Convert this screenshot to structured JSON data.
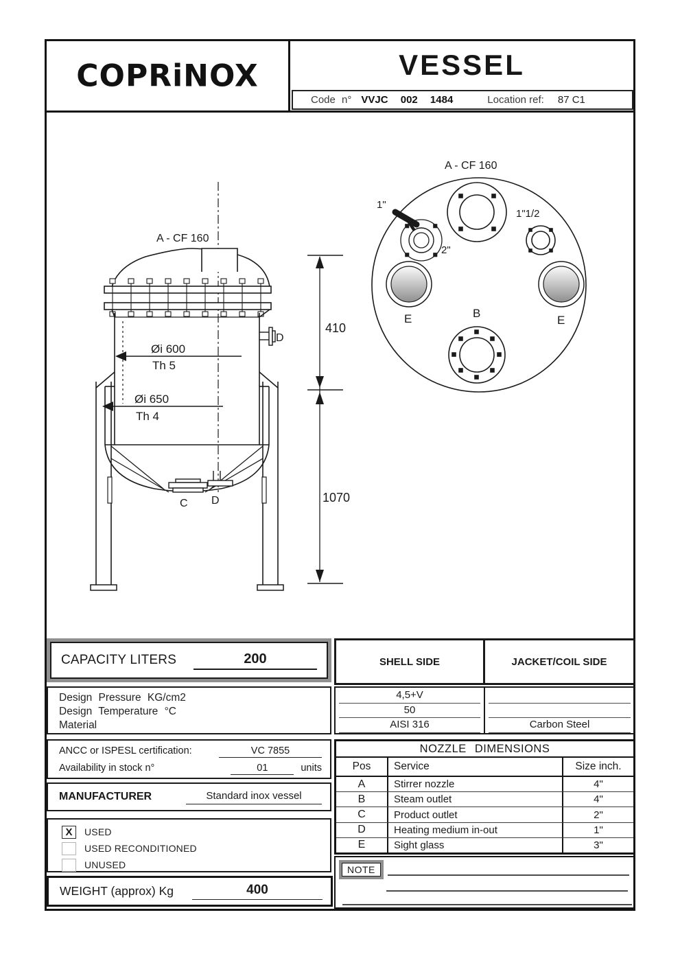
{
  "header": {
    "logo": "COPRiNOX",
    "title": "VESSEL",
    "code_label": "Code n°",
    "code_value": "VVJC 002 1484",
    "location_label": "Location ref:",
    "location_value": "87 C1"
  },
  "drawing": {
    "side": {
      "flange": "A - CF 160",
      "dim_top": "410",
      "dim_bottom": "1070",
      "shell_diameter": "Øi 600",
      "shell_thickness": "Th 5",
      "jacket_diameter": "Øi 650",
      "jacket_thickness": "Th 4",
      "nozzle_side": "D",
      "nozzle_bottom_c": "C",
      "nozzle_bottom_d": "D"
    },
    "top": {
      "flange": "A - CF 160",
      "size_1": "1\"",
      "size_2": "2\"",
      "size_1half": "1\"1/2",
      "e_left": "E",
      "e_right": "E",
      "b": "B"
    }
  },
  "capacity": {
    "label": "CAPACITY LITERS",
    "value": "200"
  },
  "columns": {
    "shell": "SHELL SIDE",
    "jacket": "JACKET/COIL SIDE"
  },
  "specs": {
    "rows": [
      {
        "label": "Design Pressure KG/cm2",
        "shell": "4,5+V",
        "jacket": ""
      },
      {
        "label": "Design Temperature °C",
        "shell": "50",
        "jacket": ""
      },
      {
        "label": "Material",
        "shell": "AISI 316",
        "jacket": "Carbon Steel"
      }
    ]
  },
  "certification": {
    "label": "ANCC or ISPESL certification:",
    "value": "VC 7855"
  },
  "availability": {
    "label": "Availability in stock n°",
    "value": "01",
    "units": "units"
  },
  "manufacturer": {
    "label": "MANUFACTURER",
    "value": "Standard inox vessel"
  },
  "condition": {
    "options": [
      {
        "label": "USED",
        "checked": true,
        "mark": "X"
      },
      {
        "label": "USED RECONDITIONED",
        "checked": false,
        "mark": ""
      },
      {
        "label": "UNUSED",
        "checked": false,
        "mark": ""
      }
    ]
  },
  "weight": {
    "label": "WEIGHT (approx) Kg",
    "value": "400"
  },
  "nozzles": {
    "title": "NOZZLE DIMENSIONS",
    "headers": [
      "Pos",
      "Service",
      "Size inch."
    ],
    "rows": [
      {
        "pos": "A",
        "service": "Stirrer nozzle",
        "size": "4\""
      },
      {
        "pos": "B",
        "service": "Steam outlet",
        "size": "4\""
      },
      {
        "pos": "C",
        "service": "Product outlet",
        "size": "2\""
      },
      {
        "pos": "D",
        "service": "Heating medium in-out",
        "size": "1\""
      },
      {
        "pos": "E",
        "service": "Sight glass",
        "size": "3\""
      }
    ]
  },
  "note": {
    "label": "NOTE"
  },
  "colors": {
    "line": "#1a1a1a",
    "gray_frame": "#909090"
  }
}
